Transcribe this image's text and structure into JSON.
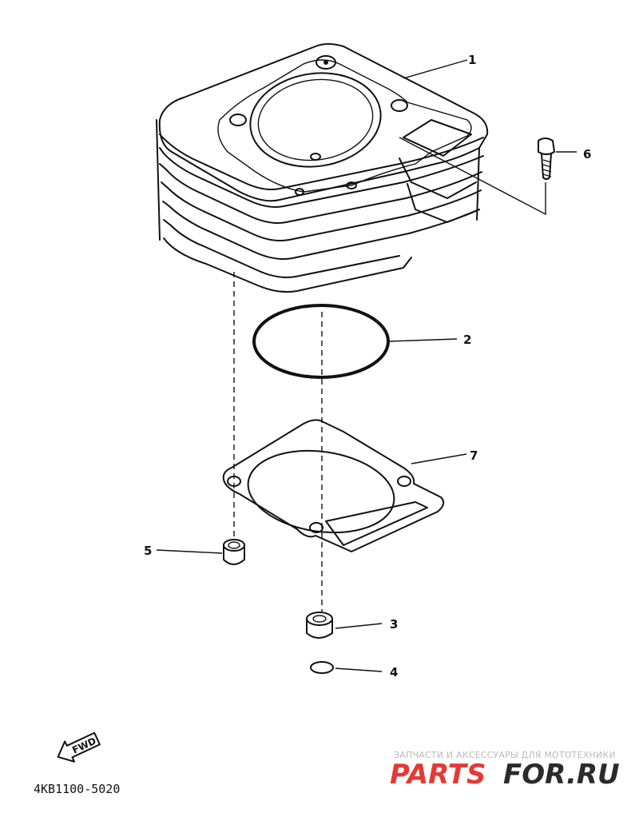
{
  "diagram": {
    "callouts": [
      {
        "id": "1",
        "label": "1"
      },
      {
        "id": "2",
        "label": "2"
      },
      {
        "id": "3",
        "label": "3"
      },
      {
        "id": "4",
        "label": "4"
      },
      {
        "id": "5",
        "label": "5"
      },
      {
        "id": "6",
        "label": "6"
      },
      {
        "id": "7",
        "label": "7"
      }
    ],
    "fwd_label": "FWD",
    "diagram_code": "4KB1100-5020"
  },
  "watermark": {
    "tagline": "ЗАПЧАСТИ И АКСЕССУАРЫ ДЛЯ МОТОТЕХНИКИ",
    "logo_left": "PARTS",
    "logo_right": "FOR.RU",
    "accent_color": "#e53935",
    "dark_color": "#2b2b2b"
  }
}
